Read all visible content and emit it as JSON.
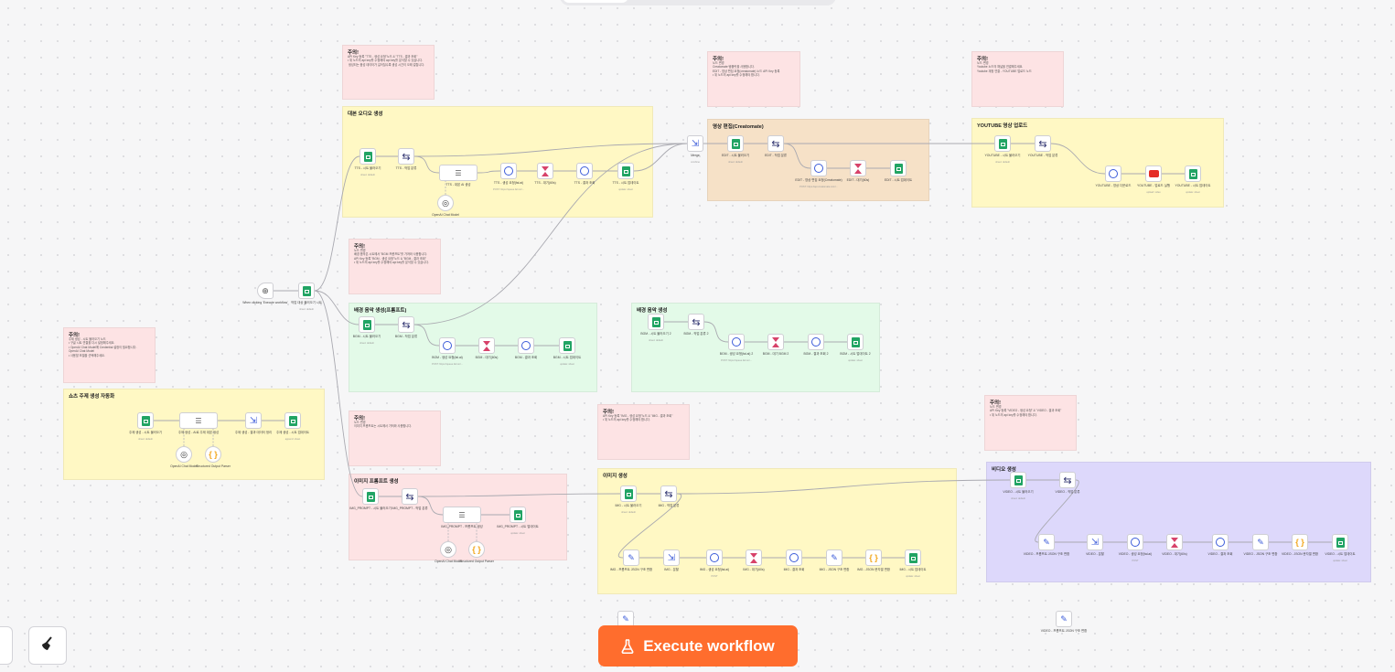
{
  "topbar": {
    "active_tab": ""
  },
  "execute_label": "Execute workflow",
  "colors": {
    "accent": "#ff6d2d",
    "sheets": "#21a464",
    "http": "#3b5bd9",
    "wait": "#d7426a"
  },
  "groups": {
    "g_ttsnote": {
      "title": "주의!",
      "body": "API Key 등록 \"TTS - 생성 요청\"노드 & \"TTS - 결과 조회\"\n• 위 노드의 api key를 수정해야 api key를 분석할 수 있습니다.\n 생성되는 음성 데이터가 길어질수록 생성 시간이 오래 걸립니다."
    },
    "g_tts": {
      "title": "대본 오디오 생성",
      "body": ""
    },
    "g_bgmnote": {
      "title": "주의!",
      "body": "노드 변경\n배경 음악은 시트에서 \"BGM 프롬프트\"를 가져와 사용합니다.\nAPI Key 등록 \"BGM - 생성 요청\"노드 & \"BGM - 결과 조회\"\n• 위 노드의 api key를 수정해야 api key를 분석할 수 있습니다."
    },
    "g_bgm": {
      "title": "배경 음악 생성(프롬프트)",
      "body": ""
    },
    "g_bgm2": {
      "title": "배경 음악 생성",
      "body": ""
    },
    "g_shortsnote": {
      "title": "주의!",
      "body": "주제 생성 - 시트 불러오기 노드\n• 구글 시트 연결을 다시 설정해주세요.\n• OpenAI Chat Model에 Credential 설정이 필요합니다.\nOpenAI Chat Model\n• 사용할 모델을 선택해주세요."
    },
    "g_shorts": {
      "title": "쇼츠 주제 생성 자동화",
      "body": ""
    },
    "g_imgnote": {
      "title": "주의!",
      "body": "노드 변경\n이미지 프롬프트는 시트에서 가져와 사용합니다."
    },
    "g_imgprompt": {
      "title": "이미지 프롬프트 생성",
      "body": ""
    },
    "g_imgnote2": {
      "title": "주의!",
      "body": "API Key 등록 \"IMG - 생성 요청\"노드 & \"IMG - 결과 조회\"\n• 위 노드의 api key를 수정해야 합니다."
    },
    "g_img": {
      "title": "이미지 생성",
      "body": ""
    },
    "g_editnote": {
      "title": "주의!",
      "body": "노드 변경\nCreatomate 템플릿을 사용합니다.\nEDIT - 영상 편집 요청(creatomate) 노드 API Key 등록\n• 위 노드의 api key를 수정해야 합니다."
    },
    "g_edit": {
      "title": "영상 편집(Creatomate)",
      "body": ""
    },
    "g_ytnote": {
      "title": "주의!",
      "body": "노드 변경\nYoutube 노드의 채널을 연결해주세요.\nYoutube 계정 연결 - YOUTUBE 업로드 노드"
    },
    "g_yt": {
      "title": "YOUTUBE 영상 업로드",
      "body": ""
    },
    "g_videonote": {
      "title": "주의!",
      "body": "노드 변경\nAPI Key 등록 \"VIDEO - 생성 요청\" & \"VIDEO - 결과 조회\"\n• 위 노드의 api key를 수정해야 합니다."
    },
    "g_video": {
      "title": "비디오 생성",
      "body": ""
    }
  },
  "nodes": {
    "trigger": {
      "label": "When clicking 'Execute workflow'",
      "sub": ""
    },
    "start_sheet": {
      "label": "작업 대상 불러오기 시트",
      "sub": "sheet: default"
    },
    "merge": {
      "label": "Merge",
      "sub": "combine"
    },
    "tts1": {
      "label": "TTS - 시트 불러오기",
      "sub": "sheet: default"
    },
    "tts2": {
      "label": "TTS - 작업 분류",
      "sub": ""
    },
    "tts3": {
      "label": "TTS - 대본 AI 생성",
      "sub": ""
    },
    "tts4": {
      "label": "TTS - 생성 요청(fal.ai)",
      "sub": "POST: https://queue.fal.run/..."
    },
    "tts5": {
      "label": "TTS - 대기(60s)",
      "sub": ""
    },
    "tts6": {
      "label": "TTS - 결과 조회",
      "sub": ""
    },
    "tts7": {
      "label": "TTS - 시트 업데이트",
      "sub": "update: sheet"
    },
    "tts_ai": {
      "label": "OpenAI Chat Model",
      "sub": ""
    },
    "bgm1": {
      "label": "BGM - 시트 불러오기",
      "sub": "sheet: default"
    },
    "bgm2": {
      "label": "BGM - 작업 분류",
      "sub": ""
    },
    "bgm3": {
      "label": "BGM - 생성 요청(fal.ai)",
      "sub": "POST: https://queue.fal.run/..."
    },
    "bgm4": {
      "label": "BGM - 대기(60s)",
      "sub": ""
    },
    "bgm5": {
      "label": "BGM - 결과 조회",
      "sub": ""
    },
    "bgm6": {
      "label": "BGM - 시트 업데이트",
      "sub": "update: sheet"
    },
    "bgmb1": {
      "label": "BGM - 시트 불러오기 2",
      "sub": "sheet: default"
    },
    "bgmb2": {
      "label": "BGM - 작업 분류 2",
      "sub": ""
    },
    "bgmb3": {
      "label": "BGM - 생성 요청(fal.ai) 2",
      "sub": "POST: https://queue.fal.run/..."
    },
    "bgmb4": {
      "label": "BGM - 대기 BGM 2",
      "sub": ""
    },
    "bgmb5": {
      "label": "BGM - 결과 조회 2",
      "sub": ""
    },
    "bgmb6": {
      "label": "BGM - 시트 업데이트 2",
      "sub": "update: sheet"
    },
    "sh1": {
      "label": "주제 생성 - 시트 불러오기",
      "sub": "sheet: default"
    },
    "sh2": {
      "label": "주제 생성 - AI로 주제 대본 생성",
      "sub": ""
    },
    "sh3": {
      "label": "주제 생성 - 결과 데이터 정리",
      "sub": ""
    },
    "sh4": {
      "label": "주제 생성 - 시트 업데이트",
      "sub": "append: sheet"
    },
    "sh_ai": {
      "label": "OpenAI Chat Model",
      "sub": ""
    },
    "sh_parser": {
      "label": "Structured Output Parser",
      "sub": ""
    },
    "ip1": {
      "label": "IMG_PROMPT - 시트 불러오기",
      "sub": ""
    },
    "ip2": {
      "label": "IMG_PROMPT - 작업 분류",
      "sub": ""
    },
    "ip3": {
      "label": "IMG_PROMPT - 프롬프트 생성",
      "sub": ""
    },
    "ip4": {
      "label": "IMG_PROMPT - 시트 업데이트",
      "sub": "update: sheet"
    },
    "ip_ai": {
      "label": "OpenAI Chat Model",
      "sub": ""
    },
    "ip_parser": {
      "label": "Structured Output Parser",
      "sub": ""
    },
    "img1": {
      "label": "IMG - 시트 불러오기",
      "sub": "sheet: default"
    },
    "img2": {
      "label": "IMG - 작업 분류",
      "sub": ""
    },
    "img3": {
      "label": "IMG - 프롬프트 JSON 구조 변환",
      "sub": ""
    },
    "img4": {
      "label": "IMG - 분할",
      "sub": ""
    },
    "img5": {
      "label": "IMG - 생성 요청(fal.ai)",
      "sub": "POST"
    },
    "img6": {
      "label": "IMG - 대기(60s)",
      "sub": ""
    },
    "img7": {
      "label": "IMG - 결과 조회",
      "sub": ""
    },
    "img8": {
      "label": "IMG - JSON 구조 변환",
      "sub": ""
    },
    "img9": {
      "label": "IMG - JSON 문자열 변환",
      "sub": ""
    },
    "img10": {
      "label": "IMG - 시트 업데이트",
      "sub": "update: sheet"
    },
    "ed1": {
      "label": "EDIT - 시트 불러오기",
      "sub": "sheet: default"
    },
    "ed2": {
      "label": "EDIT - 작업 분류",
      "sub": ""
    },
    "ed3": {
      "label": "EDIT - 영상 편집 요청(Creatomate)",
      "sub": "POST: https://api.creatomate.com/..."
    },
    "ed4": {
      "label": "EDIT - 대기(60s)",
      "sub": ""
    },
    "ed5": {
      "label": "EDIT - 시트 업데이트",
      "sub": ""
    },
    "yt1": {
      "label": "YOUTUBE - 시트 불러오기",
      "sub": "sheet: default"
    },
    "yt2": {
      "label": "YOUTUBE - 작업 분류",
      "sub": ""
    },
    "yt3": {
      "label": "YOUTUBE - 영상 다운로드",
      "sub": ""
    },
    "yt4": {
      "label": "YOUTUBE - 업로드 실행",
      "sub": "upload: video"
    },
    "yt5": {
      "label": "YOUTUBE - 시트 업데이트",
      "sub": "update: sheet"
    },
    "v1": {
      "label": "VIDEO - 시트 불러오기",
      "sub": "sheet: default"
    },
    "v2": {
      "label": "VIDEO - 작업 분류",
      "sub": ""
    },
    "v3": {
      "label": "VIDEO - 프롬프트 JSON 구조 변환",
      "sub": ""
    },
    "v4": {
      "label": "VIDEO - 분할",
      "sub": ""
    },
    "v5": {
      "label": "VIDEO - 생성 요청(fal.ai)",
      "sub": "POST"
    },
    "v6": {
      "label": "VIDEO - 대기(60s)",
      "sub": ""
    },
    "v7": {
      "label": "VIDEO - 결과 조회",
      "sub": ""
    },
    "v8": {
      "label": "VIDEO - JSON 구조 변환",
      "sub": ""
    },
    "v9": {
      "label": "VIDEO - JSON 문자열 변환",
      "sub": ""
    },
    "v10": {
      "label": "VIDEO - 시트 업데이트",
      "sub": "update: sheet"
    },
    "img_extra": {
      "label": "",
      "sub": ""
    },
    "v_extra": {
      "label": "VIDEO - 프롬프트 JSON 구조 변환",
      "sub": ""
    }
  }
}
